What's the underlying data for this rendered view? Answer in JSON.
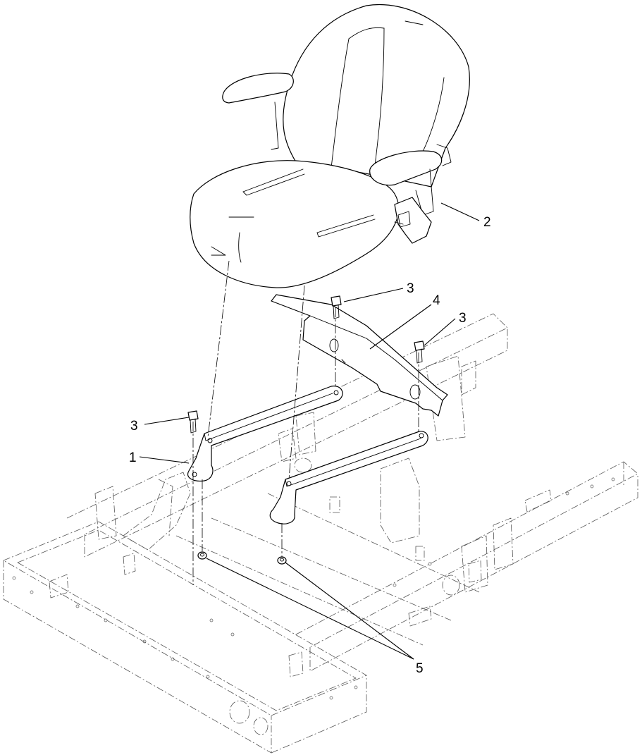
{
  "callouts": [
    {
      "id": "1",
      "label": "1"
    },
    {
      "id": "2",
      "label": "2"
    },
    {
      "id": "3a",
      "label": "3"
    },
    {
      "id": "3b",
      "label": "3"
    },
    {
      "id": "3c",
      "label": "3"
    },
    {
      "id": "4",
      "label": "4"
    },
    {
      "id": "5",
      "label": "5"
    }
  ]
}
